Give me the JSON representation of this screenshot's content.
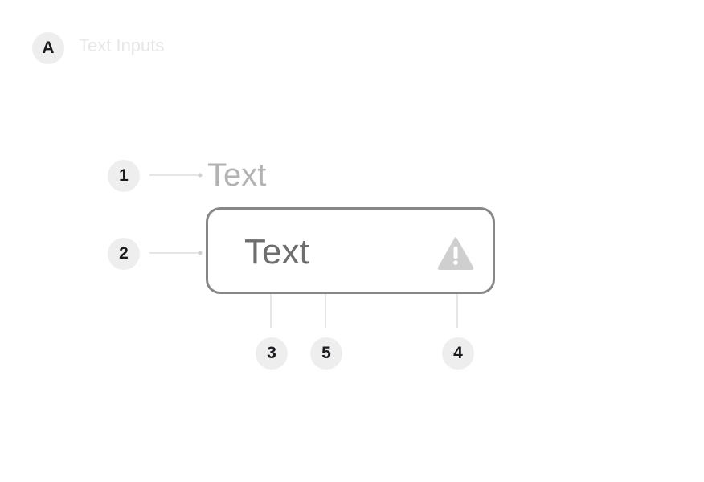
{
  "header": {
    "badge": "A",
    "title": "Text Inputs"
  },
  "anatomy": {
    "label_text": "Text",
    "input_value": "Text",
    "markers": [
      "1",
      "2",
      "3",
      "5",
      "4"
    ]
  },
  "colors": {
    "badge_bg": "#eeeeee",
    "border": "#878787",
    "label": "#b3b3b3",
    "value": "#6e6e6e",
    "icon": "#cfcfcf",
    "leader": "#dddddd"
  },
  "icons": {
    "status": "warning-icon"
  }
}
